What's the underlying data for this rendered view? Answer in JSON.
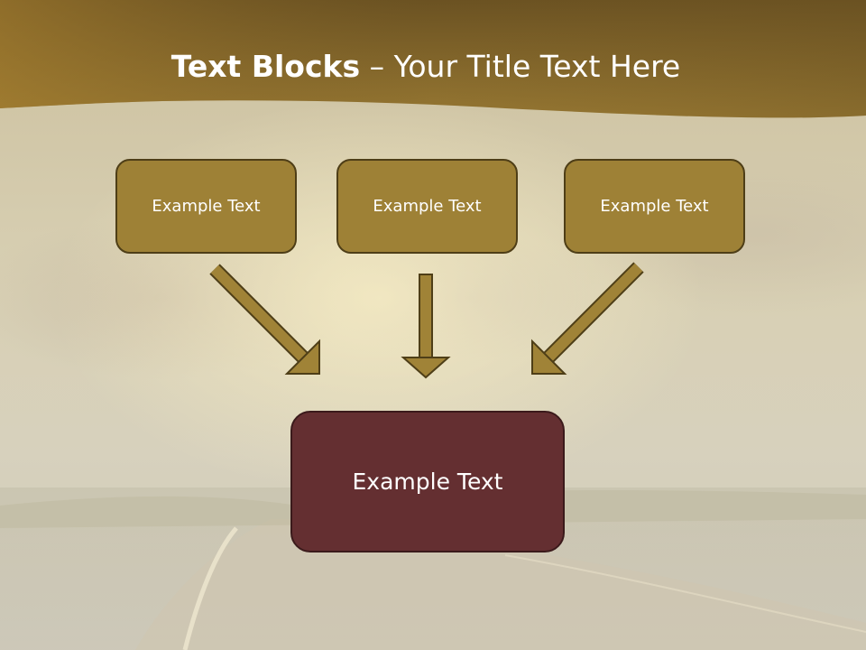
{
  "title": {
    "bold": "Text Blocks",
    "rest": " – Your Title Text Here"
  },
  "blocks": {
    "top_left": "Example Text",
    "top_middle": "Example Text",
    "top_right": "Example Text",
    "bottom": "Example Text"
  },
  "colors": {
    "banner": "#8f6f2c",
    "block": "#9e8136",
    "block_border": "#4e3e17",
    "bottom_block": "#642f31",
    "arrow": "#a08337"
  }
}
